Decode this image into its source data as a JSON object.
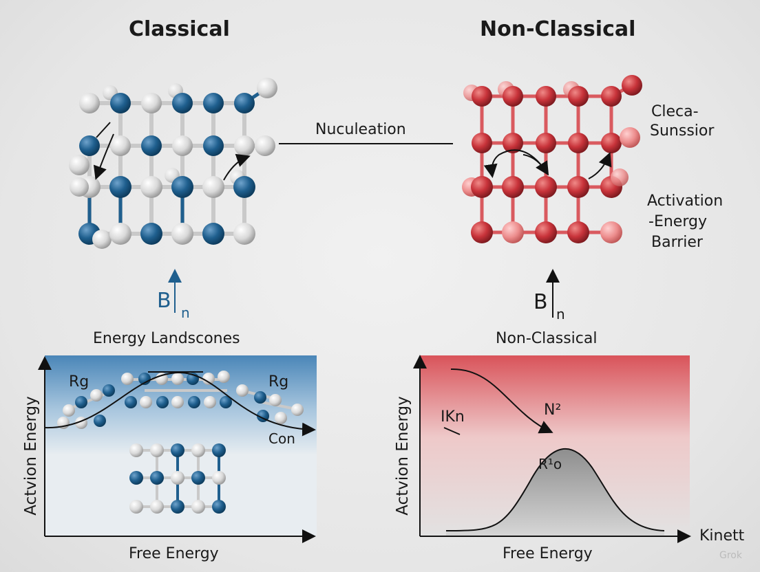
{
  "titles": {
    "left": "Classical",
    "right": "Non-Classical"
  },
  "middle_label": "Nuculeation",
  "right_side_labels": {
    "top": [
      "Cleca-",
      "Sunssior"
    ],
    "bottom": [
      "Activation",
      "-Energy",
      "Barrier"
    ]
  },
  "arrow_labels": {
    "left": {
      "main": "B",
      "sub": "n"
    },
    "right": {
      "main": "B",
      "sub": "n"
    }
  },
  "panel_captions": {
    "left": "Energy Landscones",
    "right": "Non-Classical"
  },
  "left_chart": {
    "ylabel": "Actvion Energy",
    "xlabel": "Free Energy",
    "tags": [
      "Rg",
      "Rg",
      "Con"
    ]
  },
  "right_chart": {
    "ylabel": "Actvion Energy",
    "xlabel": "Free Energy",
    "axis_end_label": "Kinett",
    "tags": {
      "ik": "IKn",
      "n2": "N²",
      "r1o": "R¹o"
    }
  },
  "watermark": "Grok",
  "colors": {
    "classical_atom": "#1f5f8e",
    "neutral_atom": "#dcdcdc",
    "nonclassical_atom": "#c8333a",
    "nonclassical_light_atom": "#ec8c8c",
    "left_panel_top": "#e8edf1",
    "left_panel_bottom": "#3b7fb3",
    "right_panel_top": "#d9535a",
    "right_panel_bottom": "#d8d8d8"
  }
}
